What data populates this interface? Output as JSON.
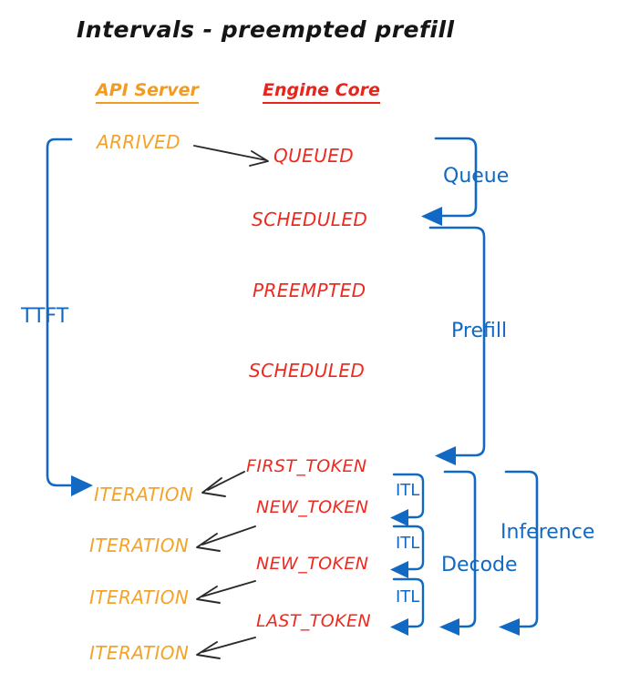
{
  "diagram": {
    "title": "Intervals - preempted prefill",
    "colors": {
      "api_server": "#F4A328",
      "engine_core": "#EE2A20",
      "interval": "#1169C4",
      "arrow": "#2B2B2B",
      "title": "#151515",
      "background": "#FFFFFF"
    },
    "columns": [
      {
        "label": "API Server",
        "color": "#F29A22"
      },
      {
        "label": "Engine Core",
        "color": "#E8251C"
      }
    ],
    "api_events": [
      {
        "label": "ARRIVED"
      },
      {
        "label": "ITERATION"
      },
      {
        "label": "ITERATION"
      },
      {
        "label": "ITERATION"
      },
      {
        "label": "ITERATION"
      }
    ],
    "engine_events": [
      {
        "label": "QUEUED"
      },
      {
        "label": "SCHEDULED"
      },
      {
        "label": "PREEMPTED"
      },
      {
        "label": "SCHEDULED"
      },
      {
        "label": "FIRST_TOKEN"
      },
      {
        "label": "NEW_TOKEN"
      },
      {
        "label": "NEW_TOKEN"
      },
      {
        "label": "LAST_TOKEN"
      }
    ],
    "intervals": [
      {
        "label": "TTFT"
      },
      {
        "label": "Queue"
      },
      {
        "label": "Prefill"
      },
      {
        "label": "ITL"
      },
      {
        "label": "ITL"
      },
      {
        "label": "ITL"
      },
      {
        "label": "Decode"
      },
      {
        "label": "Inference"
      }
    ]
  }
}
